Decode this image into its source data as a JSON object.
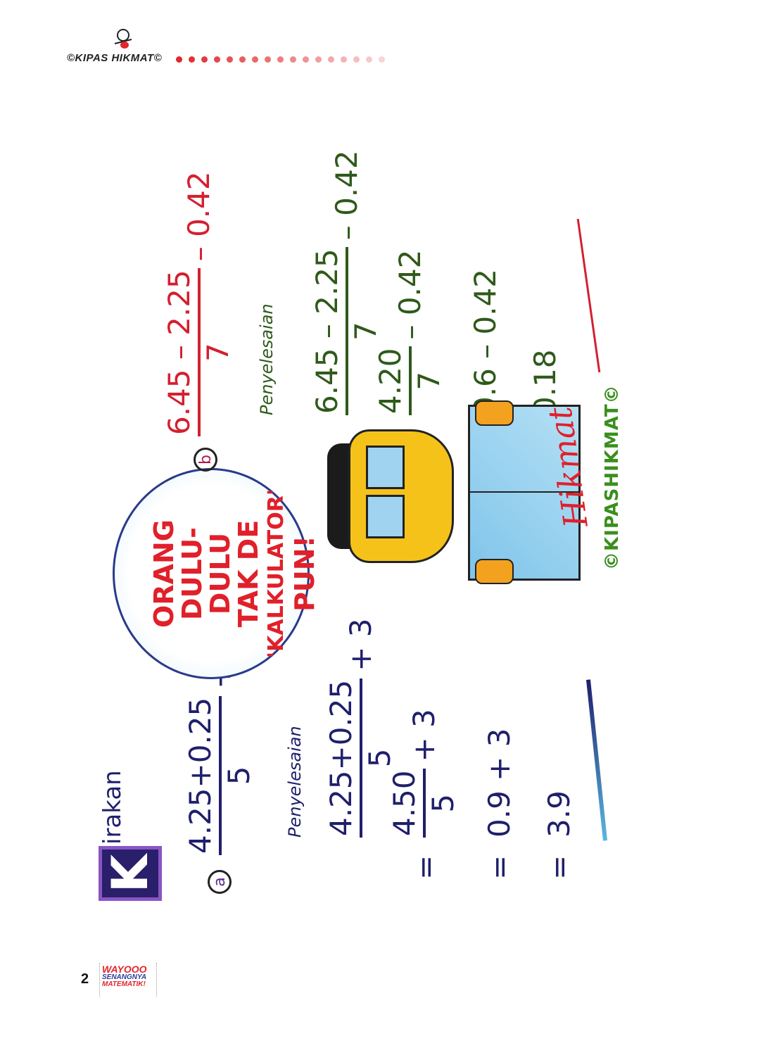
{
  "header": {
    "brand": "©KIPAS HIKMAT©",
    "dot_color": "#e2262b",
    "dot_count": 17
  },
  "footer": {
    "page_number": "2",
    "logo_line1": "WAYOOO",
    "logo_line2": "SENANGNYA",
    "logo_line3": "MATEMATIK!"
  },
  "worksheet": {
    "title_initial": "K",
    "title_rest": "irakan",
    "solution_label": "Penyelesaian",
    "question_a": {
      "label": "a",
      "numerator": "4.25+0.25",
      "denominator": "5",
      "tail": "+ 3",
      "steps": [
        {
          "prefix": "",
          "numerator": "4.25+0.25",
          "denominator": "5",
          "tail": "+ 3"
        },
        {
          "prefix": "=",
          "numerator": "4.50",
          "denominator": "5",
          "tail": "+ 3"
        },
        {
          "prefix": "=",
          "text": "0.9 + 3"
        },
        {
          "prefix": "=",
          "text": "3.9"
        }
      ]
    },
    "question_b": {
      "label": "b",
      "numerator": "6.45 – 2.25",
      "denominator": "7",
      "tail": "– 0.42",
      "steps": [
        {
          "prefix": "",
          "numerator": "6.45 – 2.25",
          "denominator": "7",
          "tail": "– 0.42"
        },
        {
          "prefix": "=",
          "numerator": "4.20",
          "denominator": "7",
          "tail": "– 0.42"
        },
        {
          "prefix": "=",
          "text": "0.6 – 0.42"
        },
        {
          "prefix": "=",
          "text": "0.18"
        }
      ]
    }
  },
  "cartoon": {
    "speech": [
      "ORANG",
      "DULU-",
      "DULU",
      "TAK DE",
      "'KALKULATOR'",
      "PUN!"
    ],
    "signature": "Hikmat",
    "credit": "©KIPASHIKMAT©"
  },
  "colors": {
    "navy": "#1f1f6b",
    "red": "#d32030",
    "green": "#2f5a1a",
    "purple": "#8a55c4"
  }
}
